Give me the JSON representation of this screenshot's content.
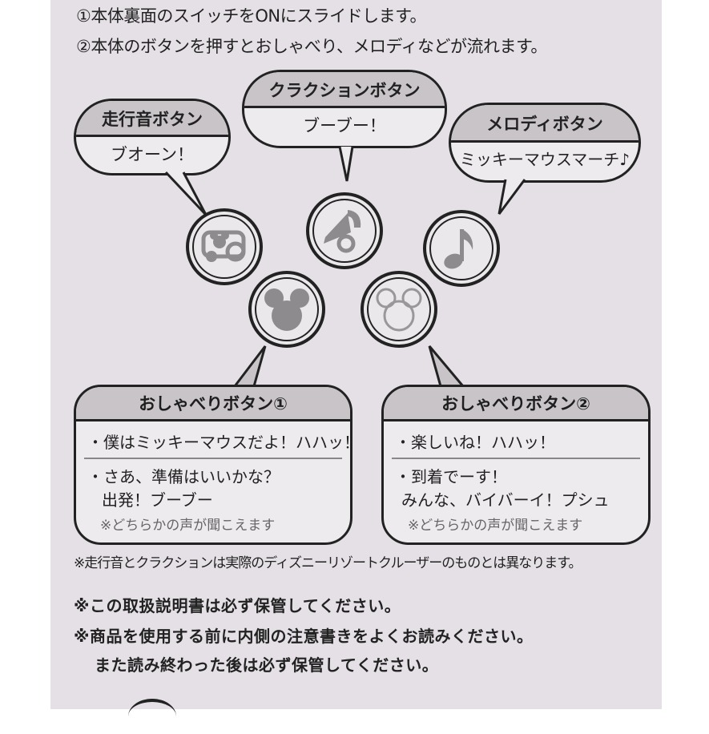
{
  "instructions": {
    "step1": "①本体裏面のスイッチをONにスライドします。",
    "step2": "②本体のボタンを押すとおしゃべり、メロディなどが流れます。"
  },
  "top_bubbles": [
    {
      "title": "走行音ボタン",
      "sound": "ブオーン！"
    },
    {
      "title": "クラクションボタン",
      "sound": "ブーブー！"
    },
    {
      "title": "メロディボタン",
      "sound": "ミッキーマウスマーチ♪"
    }
  ],
  "buttons": [
    {
      "name": "running-sound",
      "icon": "car-icon"
    },
    {
      "name": "horn",
      "icon": "horn-icon"
    },
    {
      "name": "melody",
      "icon": "music-note-icon"
    },
    {
      "name": "talk-1",
      "icon": "mickey-solid-icon"
    },
    {
      "name": "talk-2",
      "icon": "mickey-outline-icon"
    }
  ],
  "talk_bubbles": [
    {
      "title": "おしゃべりボタン①",
      "line1": "・僕はミッキーマウスだよ！ハハッ！",
      "line2a": "・さあ、準備はいいかな？",
      "line2b": "出発！ブーブー",
      "note": "※どちらかの声が聞こえます"
    },
    {
      "title": "おしゃべりボタン②",
      "line1": "・楽しいね！ハハッ！",
      "line2a": "・到着でーす！",
      "line2b": "みんな、バイバーイ！プシュ",
      "note": "※どちらかの声が聞こえます"
    }
  ],
  "footnote": "※走行音とクラクションは実際のディズニーリゾートクルーザーのものとは異なります。",
  "warnings": {
    "w1": "※この取扱説明書は必ず保管してください。",
    "w2": "※商品を使用する前に内側の注意書きをよくお読みください。",
    "w3": "また読み終わった後は必ず保管してください。"
  },
  "colors": {
    "paper": "#e4e0e5",
    "header_fill": "#c8c4c8",
    "ink": "#222222",
    "icon_gray": "#8e8b8e"
  }
}
